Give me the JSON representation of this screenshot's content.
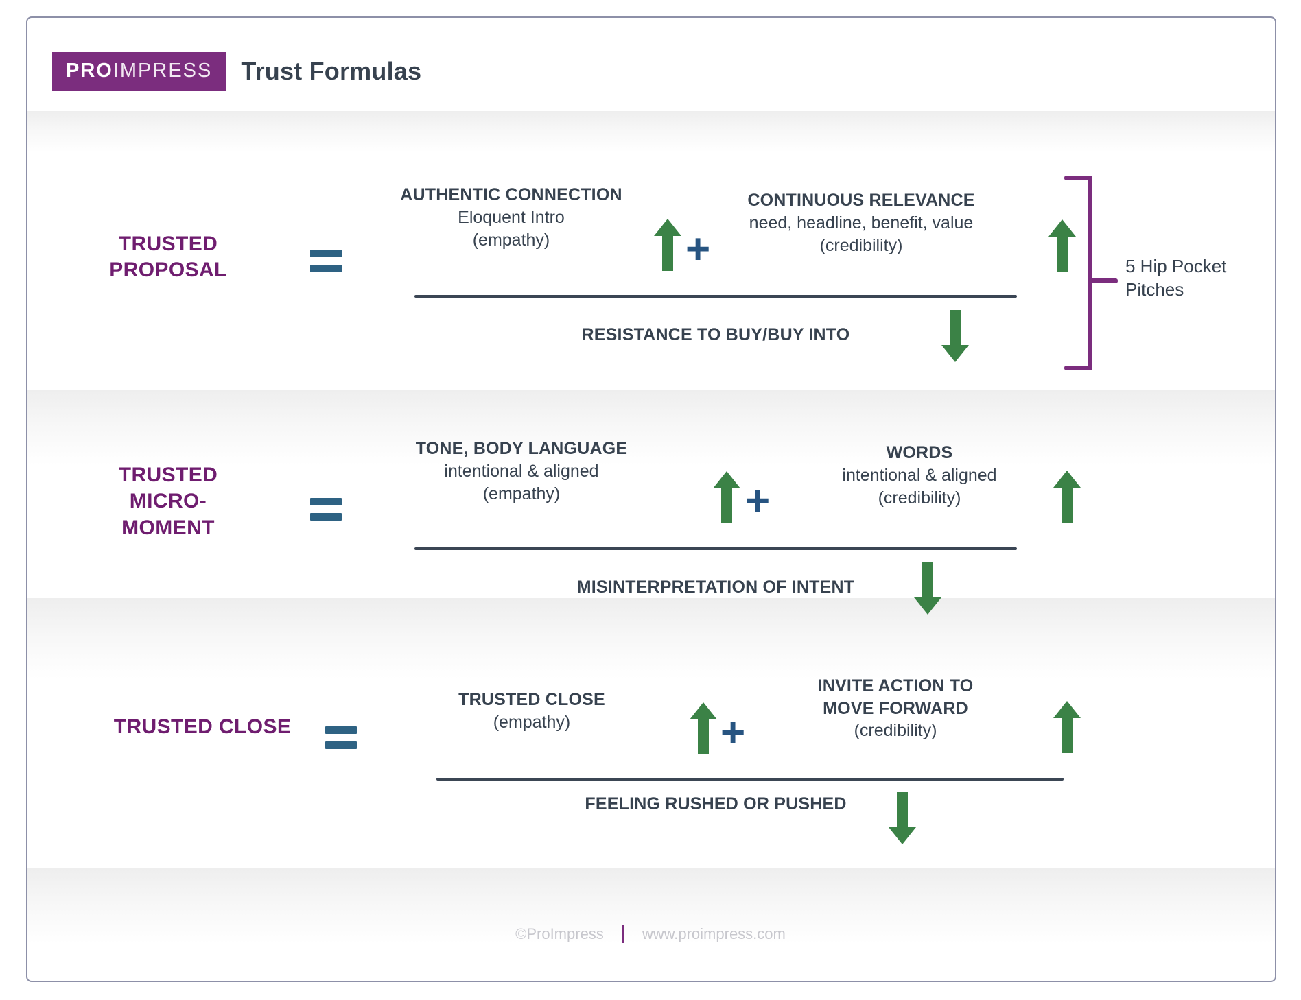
{
  "header": {
    "logo_pro": "PRO",
    "logo_impress": "IMPRESS",
    "title": "Trust Formulas"
  },
  "rows": [
    {
      "label": "TRUSTED\nPROPOSAL",
      "label_line1": "TRUSTED",
      "label_line2": "PROPOSAL",
      "equals": "=",
      "left_term": {
        "head": "AUTHENTIC CONNECTION",
        "sub1": "Eloquent Intro",
        "sub2": "(empathy)"
      },
      "operator": "+",
      "right_term": {
        "head": "CONTINUOUS RELEVANCE",
        "sub1": "need, headline, benefit, value",
        "sub2": "(credibility)"
      },
      "denominator": "RESISTANCE TO BUY/BUY INTO",
      "bracket_label_line1": "5 Hip Pocket",
      "bracket_label_line2": "Pitches"
    },
    {
      "label_line1": "TRUSTED",
      "label_line2": "MICRO-",
      "label_line3": "MOMENT",
      "equals": "=",
      "left_term": {
        "head": "TONE, BODY LANGUAGE",
        "sub1": "intentional & aligned",
        "sub2": "(empathy)"
      },
      "operator": "+",
      "right_term": {
        "head": "WORDS",
        "sub1": "intentional & aligned",
        "sub2": "(credibility)"
      },
      "denominator": "MISINTERPRETATION OF INTENT"
    },
    {
      "label_line1": "TRUSTED CLOSE",
      "equals": "=",
      "left_term": {
        "head": "TRUSTED CLOSE",
        "sub1": "(empathy)",
        "sub2": ""
      },
      "operator": "+",
      "right_term": {
        "head_line1": "INVITE ACTION TO",
        "head_line2": "MOVE FORWARD",
        "sub1": "(credibility)",
        "sub2": ""
      },
      "denominator": "FEELING RUSHED OR PUSHED"
    }
  ],
  "footer": {
    "copyright": "©ProImpress",
    "website": "www.proimpress.com"
  },
  "colors": {
    "purple": "#7b2d7e",
    "label_purple": "#6f1d6f",
    "dark_slate": "#37424f",
    "equals_blue": "#2e6283",
    "plus_blue": "#275481",
    "arrow_green": "#3b8246",
    "frame": "#8d90a8"
  },
  "icons": {
    "arrow_up": "arrow-up-icon",
    "arrow_down": "arrow-down-icon",
    "plus": "plus-icon",
    "equals": "equals-icon",
    "bracket": "bracket-icon"
  }
}
